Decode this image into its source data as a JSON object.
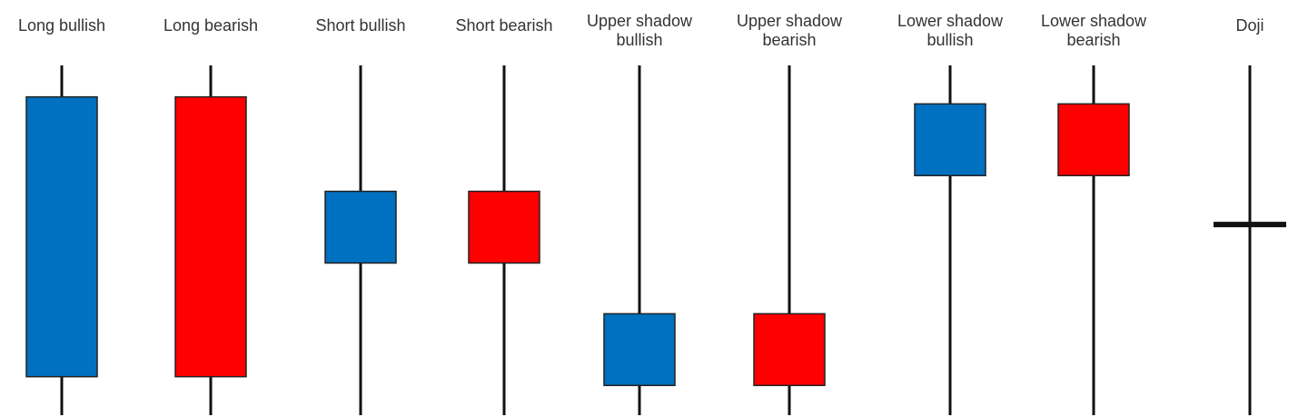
{
  "colors": {
    "bullish": "#0070c0",
    "bearish": "#ff0000",
    "wick": "#111111",
    "label": "#333333",
    "background": "#ffffff"
  },
  "candles": [
    {
      "label_lines": [
        "Long bullish"
      ],
      "kind": "bullish",
      "body_top": 0.09,
      "body_bottom": 0.89
    },
    {
      "label_lines": [
        "Long bearish"
      ],
      "kind": "bearish",
      "body_top": 0.09,
      "body_bottom": 0.89
    },
    {
      "label_lines": [
        "Short bullish"
      ],
      "kind": "bullish",
      "body_top": 0.36,
      "body_bottom": 0.565
    },
    {
      "label_lines": [
        "Short bearish"
      ],
      "kind": "bearish",
      "body_top": 0.36,
      "body_bottom": 0.565
    },
    {
      "label_lines": [
        "Upper shadow",
        "bullish"
      ],
      "kind": "bullish",
      "body_top": 0.71,
      "body_bottom": 0.915
    },
    {
      "label_lines": [
        "Upper shadow",
        "bearish"
      ],
      "kind": "bearish",
      "body_top": 0.71,
      "body_bottom": 0.915
    },
    {
      "label_lines": [
        "Lower shadow",
        "bullish"
      ],
      "kind": "bullish",
      "body_top": 0.11,
      "body_bottom": 0.315
    },
    {
      "label_lines": [
        "Lower shadow",
        "bearish"
      ],
      "kind": "bearish",
      "body_top": 0.11,
      "body_bottom": 0.315
    },
    {
      "label_lines": [
        "Doji"
      ],
      "kind": "doji",
      "body_top": 0.455,
      "body_bottom": 0.455
    }
  ]
}
